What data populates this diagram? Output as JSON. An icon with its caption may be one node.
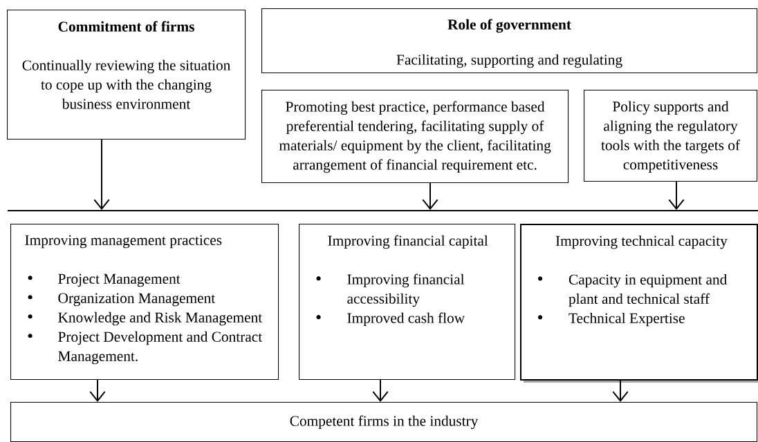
{
  "diagram": {
    "nodes": [
      {
        "text": [
          "Commitment of firms",
          "Continually reviewing the situation to cope up with the changing business environment"
        ]
      },
      {
        "text": [
          "Role of government",
          "Facilitating, supporting and regulating"
        ]
      },
      {
        "text": [
          "Promoting best practice, performance based preferential tendering, facilitating supply of materials/ equipment by the client, facilitating arrangement of financial requirement etc."
        ]
      },
      {
        "text": [
          "Policy supports and aligning the regulatory tools with the targets of competitiveness"
        ]
      },
      {
        "text": [],
        "shape": "line"
      },
      {
        "text": [
          "Improving management practices",
          "Project Management",
          "Organization Management",
          "Knowledge and Risk Management",
          "Project Development and Contract Management."
        ]
      },
      {
        "text": [
          "Improving financial capital",
          "Improving financial accessibility",
          "Improved cash flow"
        ]
      },
      {
        "text": [
          "Improving technical capacity",
          "Capacity in equipment and plant and technical staff",
          "Technical Expertise"
        ]
      },
      {
        "text": [
          "Competent firms in the industry"
        ]
      }
    ],
    "edges": [
      {
        "from": 0,
        "to": 4,
        "arrow": "to"
      },
      {
        "from": 2,
        "to": 4,
        "arrow": "to"
      },
      {
        "from": 3,
        "to": 4,
        "arrow": "to"
      },
      {
        "from": 5,
        "to": 8,
        "arrow": "to"
      },
      {
        "from": 6,
        "to": 8,
        "arrow": "to"
      },
      {
        "from": 7,
        "to": 8,
        "arrow": "to"
      }
    ]
  }
}
